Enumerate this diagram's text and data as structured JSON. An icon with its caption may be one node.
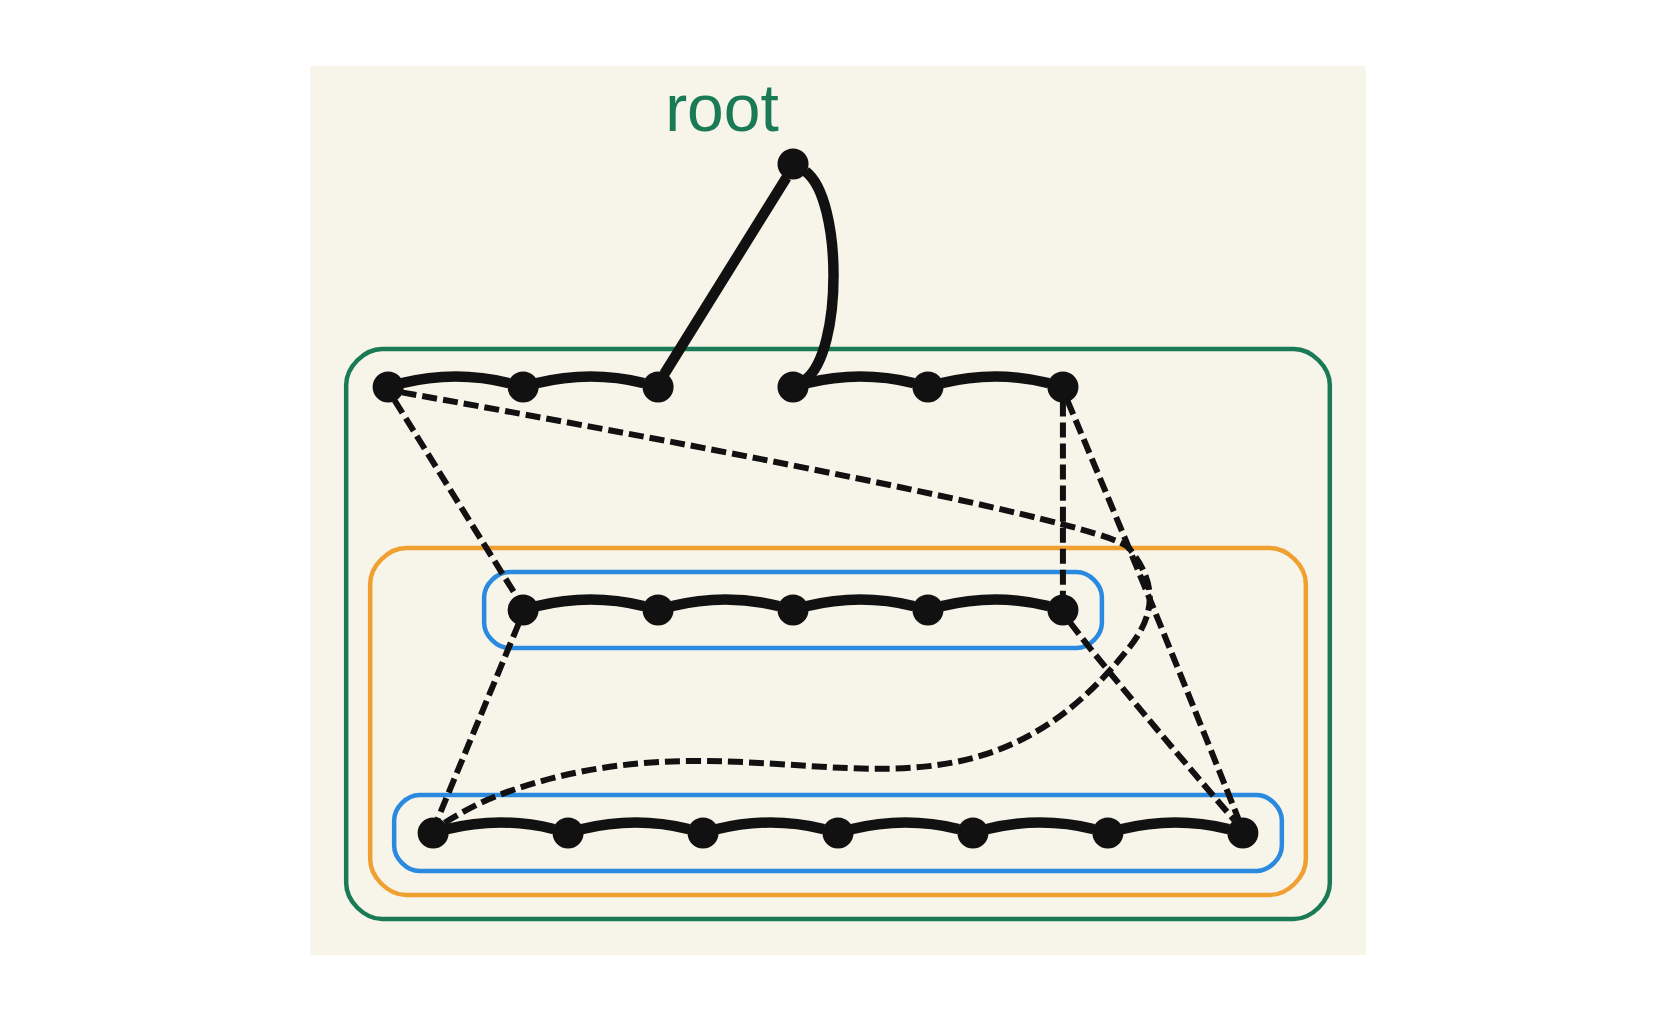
{
  "diagram": {
    "nodes": [
      {
        "text": [],
        "shape": "circle",
        "beside": [
          "root"
        ]
      },
      {
        "text": [],
        "shape": "ellipse"
      },
      {
        "text": [],
        "shape": "circle",
        "in": 1
      },
      {
        "text": [],
        "shape": "circle",
        "in": 1
      },
      {
        "text": [],
        "shape": "circle",
        "in": 1
      },
      {
        "text": [],
        "shape": "circle",
        "in": 1
      },
      {
        "text": [],
        "shape": "circle",
        "in": 1
      },
      {
        "text": [],
        "shape": "circle",
        "in": 1
      },
      {
        "text": [],
        "shape": "ellipse",
        "in": 1
      },
      {
        "text": [],
        "shape": "ellipse",
        "in": 8
      },
      {
        "text": [],
        "shape": "circle",
        "in": 9
      },
      {
        "text": [],
        "shape": "circle",
        "in": 9
      },
      {
        "text": [],
        "shape": "circle",
        "in": 9
      },
      {
        "text": [],
        "shape": "circle",
        "in": 9
      },
      {
        "text": [],
        "shape": "circle",
        "in": 9
      },
      {
        "text": [],
        "shape": "ellipse",
        "in": 8
      },
      {
        "text": [],
        "shape": "circle",
        "in": 15
      },
      {
        "text": [],
        "shape": "circle",
        "in": 15
      },
      {
        "text": [],
        "shape": "circle",
        "in": 15
      },
      {
        "text": [],
        "shape": "circle",
        "in": 15
      },
      {
        "text": [],
        "shape": "circle",
        "in": 15
      },
      {
        "text": [],
        "shape": "circle",
        "in": 15
      },
      {
        "text": [],
        "shape": "circle",
        "in": 15
      }
    ],
    "edges": [
      {
        "from": 0,
        "to": 4,
        "arrow": "none"
      },
      {
        "from": 0,
        "to": 5,
        "arrow": "none"
      },
      {
        "from": 2,
        "to": 3,
        "arrow": "none"
      },
      {
        "from": 3,
        "to": 4,
        "arrow": "none"
      },
      {
        "from": 5,
        "to": 6,
        "arrow": "none"
      },
      {
        "from": 6,
        "to": 7,
        "arrow": "none"
      },
      {
        "from": 10,
        "to": 11,
        "arrow": "none"
      },
      {
        "from": 11,
        "to": 12,
        "arrow": "none"
      },
      {
        "from": 12,
        "to": 13,
        "arrow": "none"
      },
      {
        "from": 13,
        "to": 14,
        "arrow": "none"
      },
      {
        "from": 16,
        "to": 17,
        "arrow": "none"
      },
      {
        "from": 17,
        "to": 18,
        "arrow": "none"
      },
      {
        "from": 18,
        "to": 19,
        "arrow": "none"
      },
      {
        "from": 19,
        "to": 20,
        "arrow": "none"
      },
      {
        "from": 20,
        "to": 21,
        "arrow": "none"
      },
      {
        "from": 21,
        "to": 22,
        "arrow": "none"
      },
      {
        "from": 2,
        "to": 10,
        "arrow": "none",
        "style": "dashed"
      },
      {
        "from": 2,
        "to": 16,
        "arrow": "none",
        "style": "dashed"
      },
      {
        "from": 7,
        "to": 14,
        "arrow": "none",
        "style": "dashed"
      },
      {
        "from": 7,
        "to": 22,
        "arrow": "none",
        "style": "dashed"
      },
      {
        "from": 10,
        "to": 16,
        "arrow": "none",
        "style": "dashed"
      },
      {
        "from": 14,
        "to": 22,
        "arrow": "none",
        "style": "dashed"
      }
    ]
  }
}
